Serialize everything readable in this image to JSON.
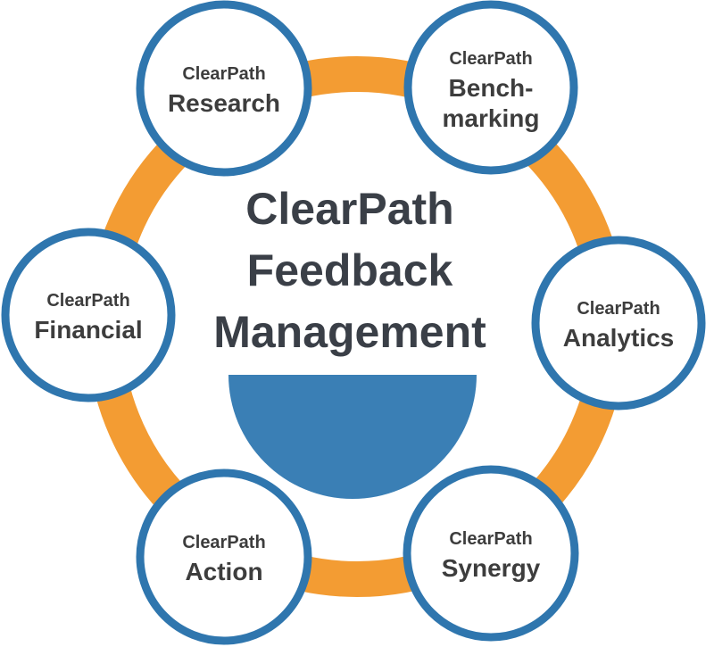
{
  "colors": {
    "ring": "#F39C33",
    "node_border": "#2F76AE",
    "node_fill": "#FFFFFF",
    "bowl": "#3A7FB5",
    "text_dark": "#3D3D3D"
  },
  "center": {
    "line1": "ClearPath",
    "line2": "Feedback",
    "line3": "Management"
  },
  "nodes": [
    {
      "id": "research",
      "brand": "ClearPath",
      "label_lines": [
        "Research"
      ]
    },
    {
      "id": "benchmarking",
      "brand": "ClearPath",
      "label_lines": [
        "Bench-",
        "marking"
      ]
    },
    {
      "id": "analytics",
      "brand": "ClearPath",
      "label_lines": [
        "Analytics"
      ]
    },
    {
      "id": "synergy",
      "brand": "ClearPath",
      "label_lines": [
        "Synergy"
      ]
    },
    {
      "id": "action",
      "brand": "ClearPath",
      "label_lines": [
        "Action"
      ]
    },
    {
      "id": "financial",
      "brand": "ClearPath",
      "label_lines": [
        "Financial"
      ]
    }
  ]
}
